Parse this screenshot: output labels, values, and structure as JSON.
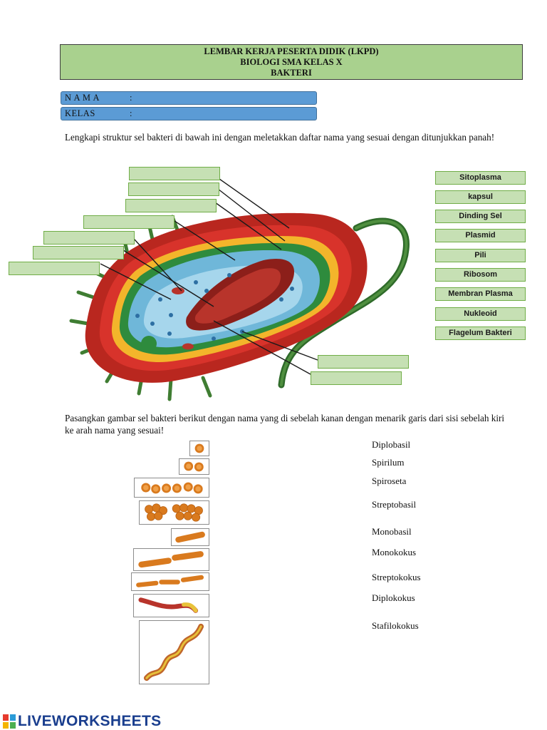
{
  "header": {
    "line1": "LEMBAR KERJA PESERTA DIDIK (LKPD)",
    "line2": "BIOLOGI SMA KELAS X",
    "line3": "BAKTERI"
  },
  "fields": {
    "nama_label": "N A M A",
    "kelas_label": "KELAS",
    "colon": ":"
  },
  "instruction1": "Lengkapi struktur sel bakteri di bawah ini dengan meletakkan daftar nama yang sesuai dengan ditunjukkan panah!",
  "structure_tiles": [
    "Sitoplasma",
    "kapsul",
    "Dinding Sel",
    "Plasmid",
    "Pili",
    "Ribosom",
    "Membran Plasma",
    "Nukleoid",
    "Flagelum Bakteri"
  ],
  "instruction2": "Pasangkan gambar sel bakteri berikut dengan nama yang di sebelah kanan dengan menarik garis dari sisi sebelah kiri ke arah nama yang sesuai!",
  "shape_names": [
    "Diplobasil",
    "Spirilum",
    "Spiroseta",
    "Streptobasil",
    "Monobasil",
    "Monokokus",
    "Streptokokus",
    "Diplokokus",
    "Stafilokokus"
  ],
  "brand": "LIVEWORKSHEETS",
  "colors": {
    "header_green": "#a9d18e",
    "field_blue": "#5b9bd5",
    "tile_green": "#c6e0b4",
    "brand_blue": "#1a3e8e"
  }
}
